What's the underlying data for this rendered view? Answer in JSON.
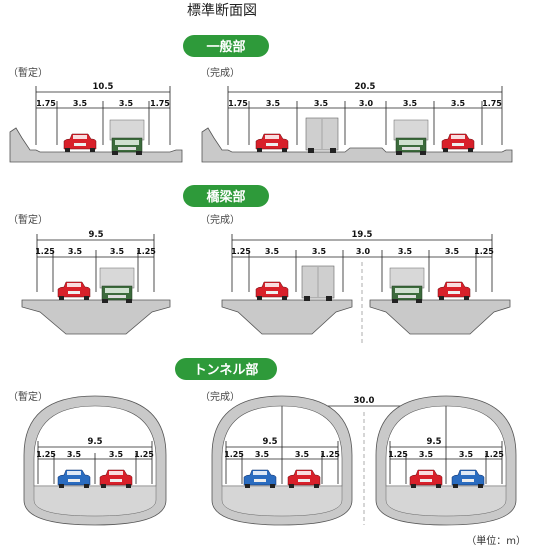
{
  "title": "標準断面図",
  "unit_note": "（単位：m）",
  "colors": {
    "pill": "#2e9a3a",
    "red_car": "#d8202a",
    "blue_car": "#2a6cc0",
    "truck": "#3c6b3c",
    "road": "#c9c9c9"
  },
  "sections": [
    {
      "label": "一般部",
      "provisional": {
        "mode": "（暫定）",
        "total": "10.5",
        "dims": [
          "1.75",
          "3.5",
          "3.5",
          "1.75"
        ]
      },
      "complete": {
        "mode": "（完成）",
        "total": "20.5",
        "dims": [
          "1.75",
          "3.5",
          "3.5",
          "3.0",
          "3.5",
          "3.5",
          "1.75"
        ]
      }
    },
    {
      "label": "橋梁部",
      "provisional": {
        "mode": "（暫定）",
        "total": "9.5",
        "dims": [
          "1.25",
          "3.5",
          "3.5",
          "1.25"
        ]
      },
      "complete": {
        "mode": "（完成）",
        "total": "19.5",
        "dims": [
          "1.25",
          "3.5",
          "3.5",
          "3.0",
          "3.5",
          "3.5",
          "1.25"
        ]
      }
    },
    {
      "label": "トンネル部",
      "provisional": {
        "mode": "（暫定）",
        "total": "9.5",
        "dims": [
          "1.25",
          "3.5",
          "3.5",
          "1.25"
        ]
      },
      "complete": {
        "mode": "（完成）",
        "spacing": "30.0",
        "tubes": [
          {
            "total": "9.5",
            "dims": [
              "1.25",
              "3.5",
              "3.5",
              "1.25"
            ]
          },
          {
            "total": "9.5",
            "dims": [
              "1.25",
              "3.5",
              "3.5",
              "1.25"
            ]
          }
        ]
      }
    }
  ]
}
